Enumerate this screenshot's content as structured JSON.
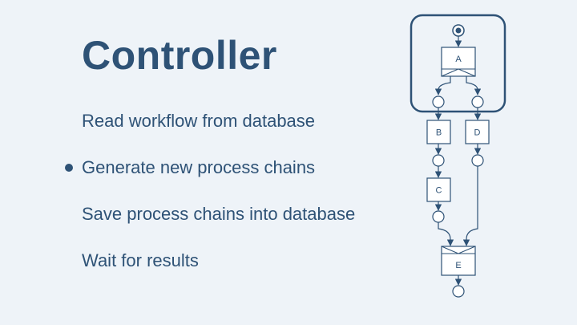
{
  "slide": {
    "title": "Controller",
    "steps": [
      {
        "label": "Read workflow from database",
        "active": false
      },
      {
        "label": "Generate new process chains",
        "active": true
      },
      {
        "label": "Save process chains into database",
        "active": false
      },
      {
        "label": "Wait for results",
        "active": false
      }
    ]
  },
  "workflow": {
    "nodes": {
      "a": "A",
      "b": "B",
      "c": "C",
      "d": "D",
      "e": "E"
    }
  },
  "colors": {
    "background": "#eef3f8",
    "primary": "#2e5276",
    "node_fill": "#ffffff"
  }
}
